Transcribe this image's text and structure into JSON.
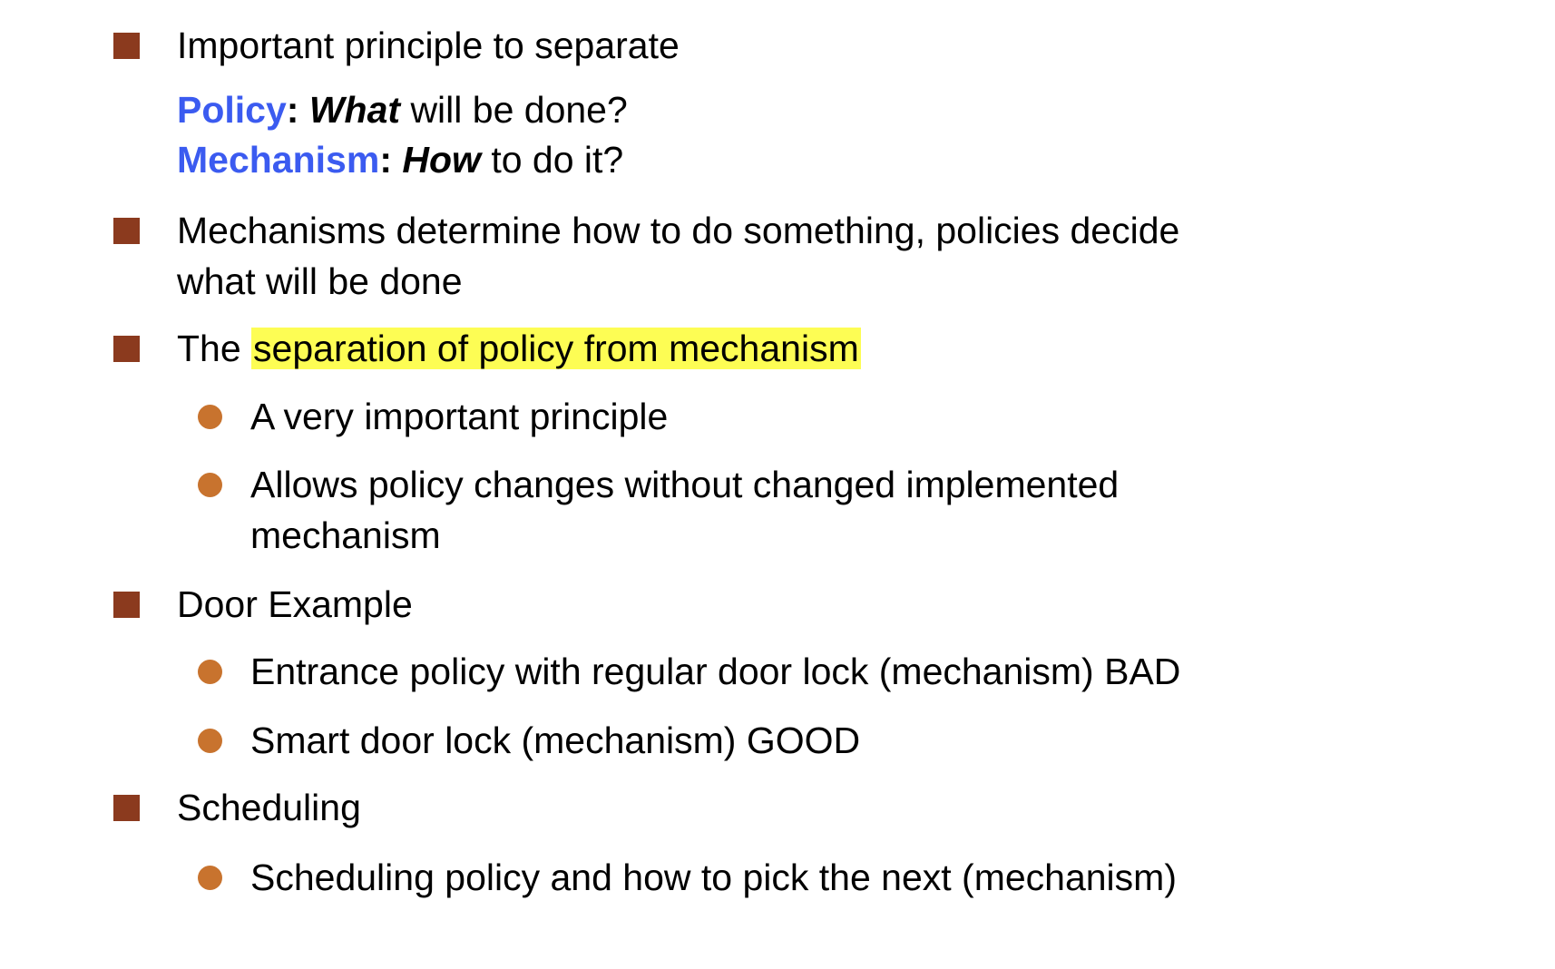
{
  "colors": {
    "square_bullet": "#8b3a1e",
    "dot_bullet": "#c8732e",
    "keyword": "#3b5bf0",
    "highlight": "#fdfd54"
  },
  "items": {
    "b1": {
      "text": "Important principle to separate",
      "policy_term": "Policy",
      "colon": ":",
      "policy_q_em": "What",
      "policy_q_rest": " will be done?",
      "mechanism_term": "Mechanism",
      "mechanism_q_em": "How",
      "mechanism_q_rest": " to do it?"
    },
    "b2": {
      "line1": "Mechanisms determine how to do something, policies decide",
      "line2": "what will be done"
    },
    "b3": {
      "prefix": "The ",
      "highlight": "separation of policy from mechanism",
      "sub1": "A very important principle",
      "sub2_line1": "Allows policy changes without changed implemented",
      "sub2_line2": "mechanism"
    },
    "b4": {
      "text": "Door Example",
      "sub1": "Entrance policy with regular door lock (mechanism) BAD",
      "sub2": "Smart door lock (mechanism) GOOD"
    },
    "b5": {
      "text": "Scheduling",
      "sub1": "Scheduling policy and how to pick the next (mechanism)"
    }
  }
}
